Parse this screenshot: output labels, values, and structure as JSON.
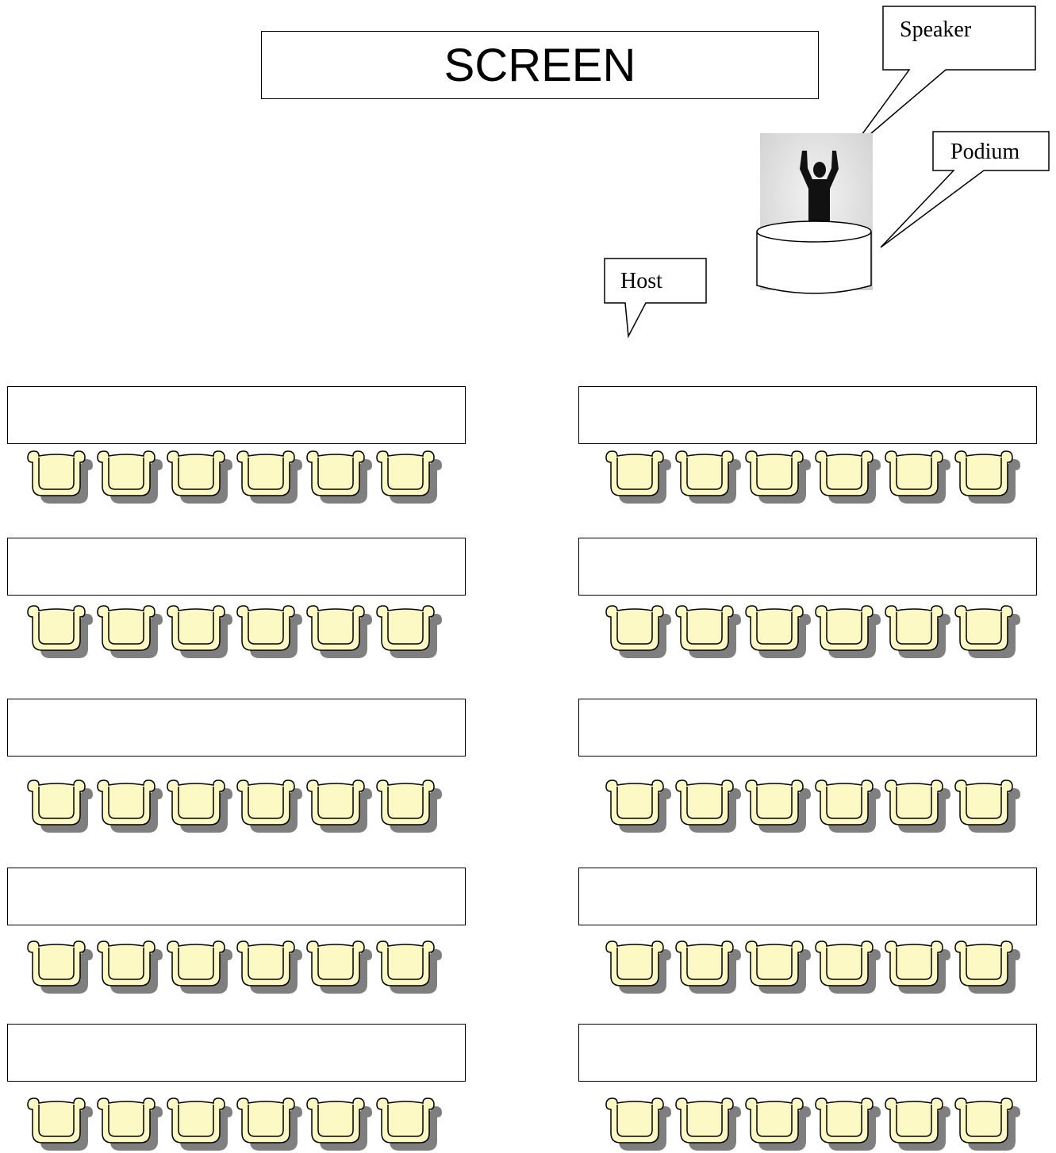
{
  "screen": {
    "label": "SCREEN"
  },
  "speaker": {
    "label": "Speaker"
  },
  "podium": {
    "label": "Podium"
  },
  "host": {
    "label": "Host"
  },
  "seating": {
    "rows_per_side": 5,
    "chairs_per_row": 6,
    "sides": [
      "left",
      "right"
    ]
  },
  "colors": {
    "chair_fill": "#fcf9c5",
    "chair_shadow": "#7f7f7f",
    "stroke": "#000000"
  }
}
